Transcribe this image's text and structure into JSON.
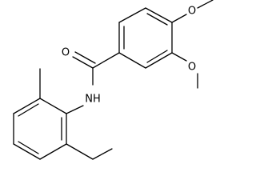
{
  "diagram": {
    "atom_labels": {
      "carbonyl_oxygen": "O",
      "para_methoxy_oxygen": "O",
      "meta_methoxy_oxygen": "O",
      "amide_nitrogen": "NH"
    },
    "colors": {
      "bond": "#000000",
      "label": "#000000",
      "background": "#ffffff"
    }
  }
}
